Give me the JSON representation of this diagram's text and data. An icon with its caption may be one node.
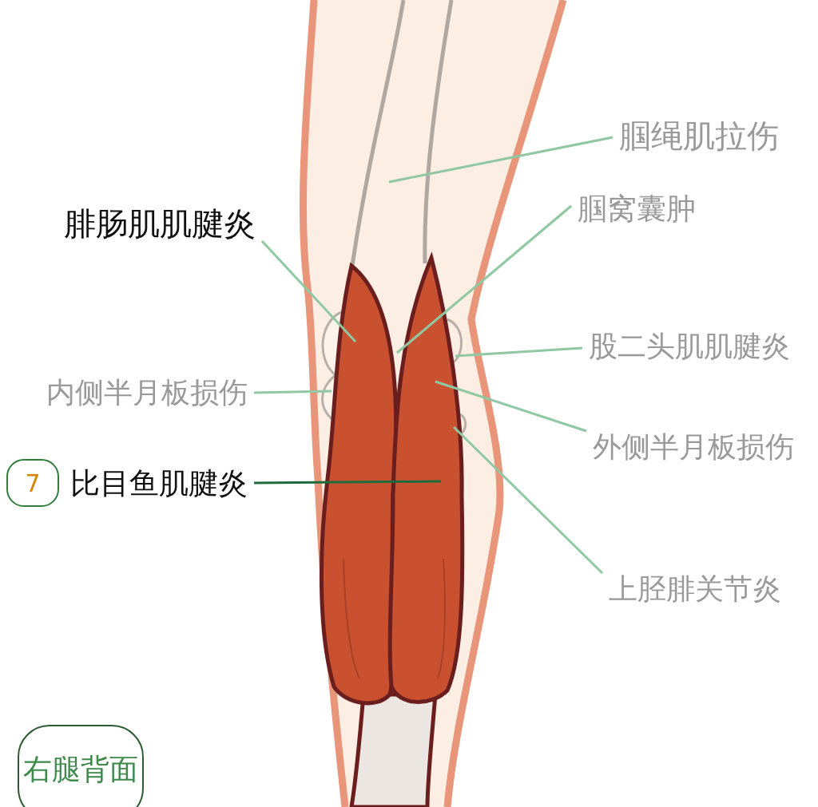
{
  "diagram": {
    "nodes": [
      {
        "text": [
          "腘绳肌拉伤"
        ]
      },
      {
        "text": [
          "腘窝囊肿"
        ]
      },
      {
        "text": [
          "腓肠肌肌腱炎"
        ]
      },
      {
        "text": [
          "股二头肌肌腱炎"
        ]
      },
      {
        "text": [
          "内侧半月板损伤"
        ]
      },
      {
        "text": [
          "外侧半月板损伤"
        ]
      },
      {
        "text": [
          "7"
        ]
      },
      {
        "text": [
          "比目鱼肌腱炎"
        ]
      },
      {
        "text": [
          "上胫腓关节炎"
        ]
      },
      {
        "text": [
          "右腿背面"
        ]
      }
    ],
    "edges": [
      {
        "from": 0,
        "to": null,
        "arrow": "none"
      },
      {
        "from": 1,
        "to": null,
        "arrow": "none"
      },
      {
        "from": 2,
        "to": null,
        "arrow": "none"
      },
      {
        "from": 3,
        "to": null,
        "arrow": "none"
      },
      {
        "from": 4,
        "to": null,
        "arrow": "none"
      },
      {
        "from": 5,
        "to": null,
        "arrow": "none"
      },
      {
        "from": 7,
        "to": null,
        "arrow": "none",
        "color": "#1f6b3a"
      },
      {
        "from": 8,
        "to": null,
        "arrow": "none"
      }
    ]
  }
}
